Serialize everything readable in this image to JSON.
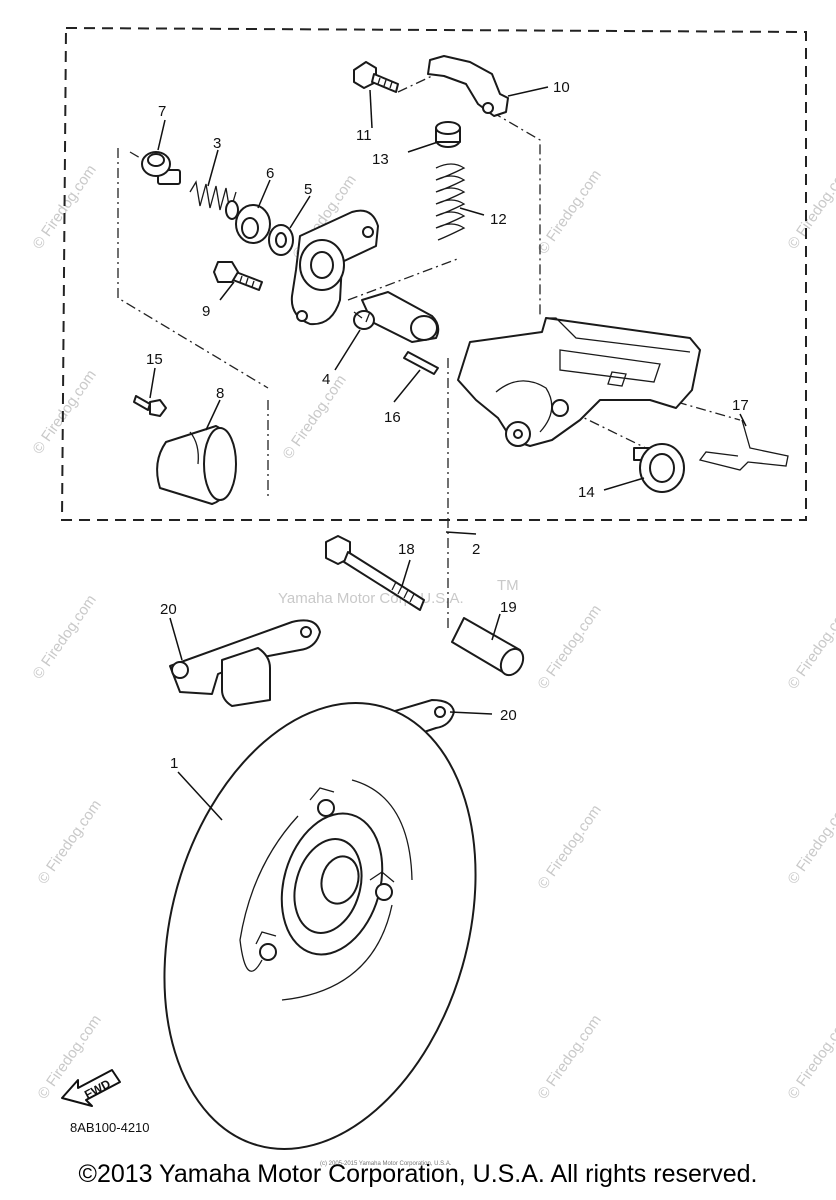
{
  "diagram": {
    "watermark_left": "© Firedog.com",
    "watermark_center": "Yamaha Motor Corp, U.S.A.",
    "watermark_center_tm": "TM",
    "part_code": "8AB100-4210",
    "fwd_label": "FWD",
    "callouts": {
      "c1": "1",
      "c2": "2",
      "c3": "3",
      "c4": "4",
      "c5": "5",
      "c6": "6",
      "c7": "7",
      "c8": "8",
      "c9": "9",
      "c10": "10",
      "c11": "11",
      "c12": "12",
      "c13": "13",
      "c14": "14",
      "c15": "15",
      "c16": "16",
      "c17": "17",
      "c18": "18",
      "c19": "19",
      "c20a": "20",
      "c20b": "20"
    }
  },
  "footer": {
    "copyright": "©2013 Yamaha Motor Corporation, U.S.A. All rights reserved.",
    "tiny_text": "(c) 2005-2015 Yamaha Motor Corporation, U.S.A."
  }
}
